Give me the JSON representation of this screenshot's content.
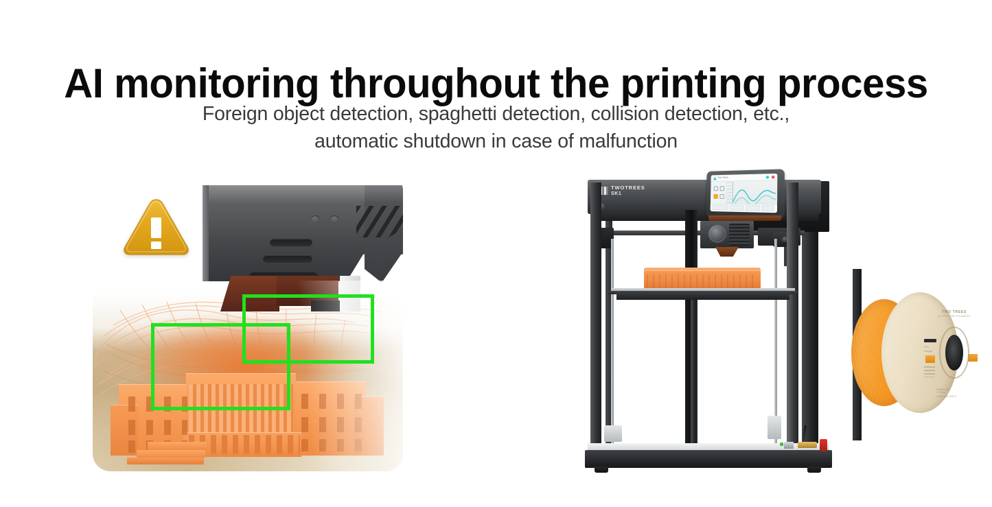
{
  "headline": "AI monitoring throughout the printing process",
  "subhead": {
    "line1": "Foreign object detection, spaghetti detection, collision detection, etc.,",
    "line2": "automatic shutdown in case of malfunction"
  },
  "left_panel": {
    "alt": "Close-up of a 3D print failure with tangled filament spaghetti detected by AI",
    "warning_icon": "warning-triangle-icon",
    "warning_symbol": "!",
    "detection_boxes": [
      {
        "id": "detection-box-nozzle",
        "label": ""
      },
      {
        "id": "detection-box-spaghetti",
        "label": ""
      }
    ],
    "printed_model": "neoclassical building"
  },
  "printer": {
    "alt": "TwoTrees SK1 CoreXY 3D printer with AI camera and orange filament spool",
    "brand": "TWOTREES",
    "model": "SK1",
    "touchscreen": {
      "title": "Two Trees",
      "status_icons": [
        "wifi-icon",
        "record-icon"
      ],
      "chart_type": "wave",
      "buttons": [
        "",
        "",
        "",
        ""
      ]
    },
    "camera": "ai-camera-icon",
    "spool": {
      "brand": "TWO TREES",
      "sub": "3D PRINTER FILAMENT",
      "material": "PLA",
      "color_name": "Orange",
      "line1": "NET WT",
      "line2": "1.0 KG",
      "foot1": "DIAMETER 1.75mm",
      "foot2": "TEMP 190-230°C"
    },
    "io": {
      "antenna": "antenna-icon",
      "ethernet": "ethernet-port",
      "power_switch": "power-switch"
    }
  },
  "colors": {
    "detect_green": "#1fe11f",
    "warning_amber": "#e0a31d",
    "filament_orange": "#f29332",
    "frame_dark": "#2a2c2f",
    "text_dark": "#0b0b0b",
    "text_sub": "#3a3a3a",
    "background": "#ffffff"
  }
}
